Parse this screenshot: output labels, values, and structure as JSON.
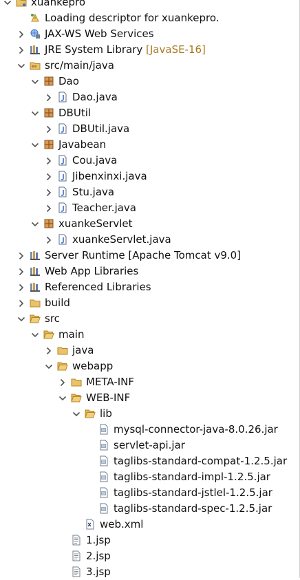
{
  "colors": {
    "folder": "#d9a441",
    "folder_dark": "#b8862a",
    "package": "#b87a3a",
    "java_blue": "#3a6ec8",
    "jar_grey": "#6e7f92",
    "decoration": "#a97820",
    "chevron": "#555555"
  },
  "tree": [
    {
      "label": "xuankepro",
      "indent": 0,
      "chevron": "down",
      "icon": "project-folder-icon"
    },
    {
      "label": "Loading descriptor for xuankepro.",
      "indent": 1,
      "chevron": "none",
      "icon": "loading-icon"
    },
    {
      "label": "JAX-WS Web Services",
      "indent": 1,
      "chevron": "right",
      "icon": "web-services-icon"
    },
    {
      "label": "JRE System Library",
      "decoration": "[JavaSE-16]",
      "indent": 1,
      "chevron": "right",
      "icon": "library-icon"
    },
    {
      "label": "src/main/java",
      "indent": 1,
      "chevron": "down",
      "icon": "source-folder-icon"
    },
    {
      "label": "Dao",
      "indent": 2,
      "chevron": "down",
      "icon": "package-icon"
    },
    {
      "label": "Dao.java",
      "indent": 3,
      "chevron": "right",
      "icon": "java-file-icon"
    },
    {
      "label": "DBUtil",
      "indent": 2,
      "chevron": "down",
      "icon": "package-icon"
    },
    {
      "label": "DBUtil.java",
      "indent": 3,
      "chevron": "right",
      "icon": "java-file-icon"
    },
    {
      "label": "Javabean",
      "indent": 2,
      "chevron": "down",
      "icon": "package-icon"
    },
    {
      "label": "Cou.java",
      "indent": 3,
      "chevron": "right",
      "icon": "java-file-icon"
    },
    {
      "label": "Jibenxinxi.java",
      "indent": 3,
      "chevron": "right",
      "icon": "java-file-icon"
    },
    {
      "label": "Stu.java",
      "indent": 3,
      "chevron": "right",
      "icon": "java-file-icon"
    },
    {
      "label": "Teacher.java",
      "indent": 3,
      "chevron": "right",
      "icon": "java-file-icon"
    },
    {
      "label": "xuankeServlet",
      "indent": 2,
      "chevron": "down",
      "icon": "package-icon"
    },
    {
      "label": "xuankeServlet.java",
      "indent": 3,
      "chevron": "right",
      "icon": "java-file-icon"
    },
    {
      "label": "Server Runtime [Apache Tomcat v9.0]",
      "indent": 1,
      "chevron": "right",
      "icon": "library-icon"
    },
    {
      "label": "Web App Libraries",
      "indent": 1,
      "chevron": "right",
      "icon": "library-icon"
    },
    {
      "label": "Referenced Libraries",
      "indent": 1,
      "chevron": "right",
      "icon": "library-icon"
    },
    {
      "label": "build",
      "indent": 1,
      "chevron": "right",
      "icon": "folder-icon"
    },
    {
      "label": "src",
      "indent": 1,
      "chevron": "down",
      "icon": "folder-open-icon"
    },
    {
      "label": "main",
      "indent": 2,
      "chevron": "down",
      "icon": "folder-open-icon"
    },
    {
      "label": "java",
      "indent": 3,
      "chevron": "right",
      "icon": "folder-icon"
    },
    {
      "label": "webapp",
      "indent": 3,
      "chevron": "down",
      "icon": "folder-open-icon"
    },
    {
      "label": "META-INF",
      "indent": 4,
      "chevron": "right",
      "icon": "folder-icon"
    },
    {
      "label": "WEB-INF",
      "indent": 4,
      "chevron": "down",
      "icon": "folder-open-icon"
    },
    {
      "label": "lib",
      "indent": 5,
      "chevron": "down",
      "icon": "folder-open-icon"
    },
    {
      "label": "mysql-connector-java-8.0.26.jar",
      "indent": 6,
      "chevron": "none",
      "icon": "jar-icon"
    },
    {
      "label": "servlet-api.jar",
      "indent": 6,
      "chevron": "none",
      "icon": "jar-icon"
    },
    {
      "label": "taglibs-standard-compat-1.2.5.jar",
      "indent": 6,
      "chevron": "none",
      "icon": "jar-icon"
    },
    {
      "label": "taglibs-standard-impl-1.2.5.jar",
      "indent": 6,
      "chevron": "none",
      "icon": "jar-icon"
    },
    {
      "label": "taglibs-standard-jstlel-1.2.5.jar",
      "indent": 6,
      "chevron": "none",
      "icon": "jar-icon"
    },
    {
      "label": "taglibs-standard-spec-1.2.5.jar",
      "indent": 6,
      "chevron": "none",
      "icon": "jar-icon"
    },
    {
      "label": "web.xml",
      "indent": 5,
      "chevron": "none",
      "icon": "xml-file-icon"
    },
    {
      "label": "1.jsp",
      "indent": 4,
      "chevron": "none",
      "icon": "jsp-file-icon"
    },
    {
      "label": "2.jsp",
      "indent": 4,
      "chevron": "none",
      "icon": "jsp-file-icon"
    },
    {
      "label": "3.jsp",
      "indent": 4,
      "chevron": "none",
      "icon": "jsp-file-icon"
    }
  ]
}
